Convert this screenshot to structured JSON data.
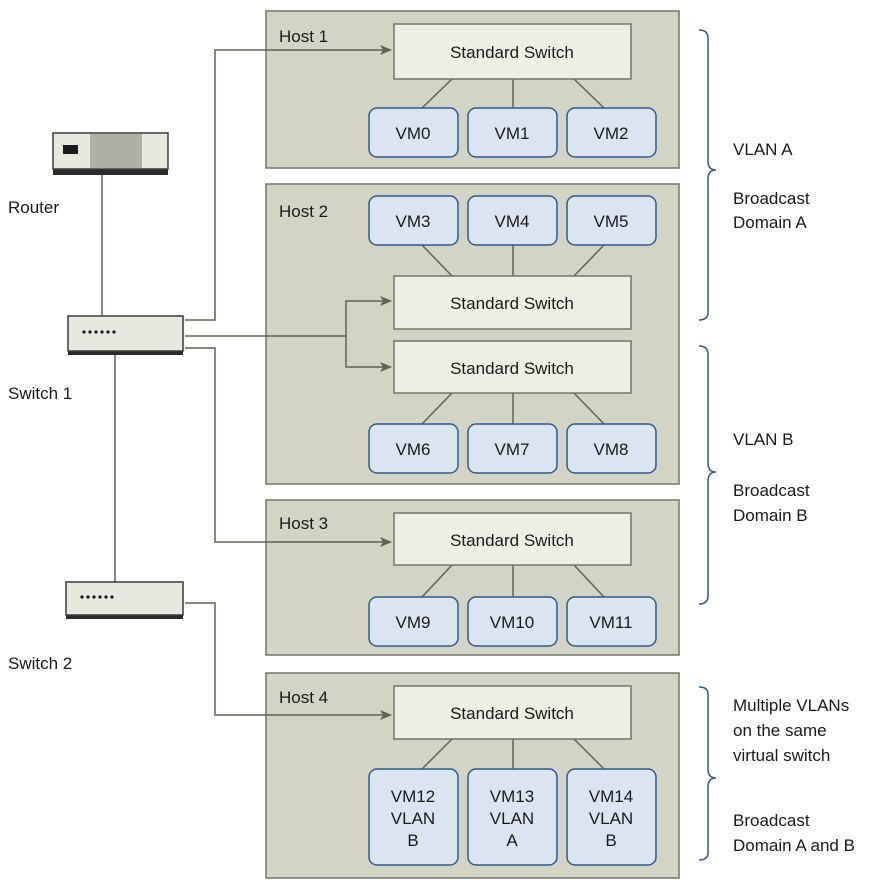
{
  "hosts": [
    {
      "label": "Host 1"
    },
    {
      "label": "Host 2"
    },
    {
      "label": "Host 3"
    },
    {
      "label": "Host 4"
    }
  ],
  "switch_label": "Standard Switch",
  "vms": {
    "vm0": "VM0",
    "vm1": "VM1",
    "vm2": "VM2",
    "vm3": "VM3",
    "vm4": "VM4",
    "vm5": "VM5",
    "vm6": "VM6",
    "vm7": "VM7",
    "vm8": "VM8",
    "vm9": "VM9",
    "vm10": "VM10",
    "vm11": "VM11",
    "vm12": {
      "line1": "VM12",
      "line2": "VLAN",
      "line3": "B"
    },
    "vm13": {
      "line1": "VM13",
      "line2": "VLAN",
      "line3": "A"
    },
    "vm14": {
      "line1": "VM14",
      "line2": "VLAN",
      "line3": "B"
    }
  },
  "devices": {
    "router": "Router",
    "switch1": "Switch 1",
    "switch2": "Switch 2"
  },
  "annotations": {
    "vlan_a": "VLAN A",
    "bd_a_line1": "Broadcast",
    "bd_a_line2": "Domain A",
    "vlan_b": "VLAN B",
    "bd_b_line1": "Broadcast",
    "bd_b_line2": "Domain B",
    "multi_line1": "Multiple VLANs",
    "multi_line2": "on the same",
    "multi_line3": "virtual switch",
    "bd_ab_line1": "Broadcast",
    "bd_ab_line2": "Domain A and B"
  },
  "colors": {
    "host_fill": "#d3d3c6",
    "host_stroke": "#75756a",
    "switch_fill": "#eeeee4",
    "vm_fill": "#dbe5f1",
    "vm_stroke": "#2f5a8e",
    "connector": "#5e6550",
    "brace": "#2f5a8e"
  }
}
